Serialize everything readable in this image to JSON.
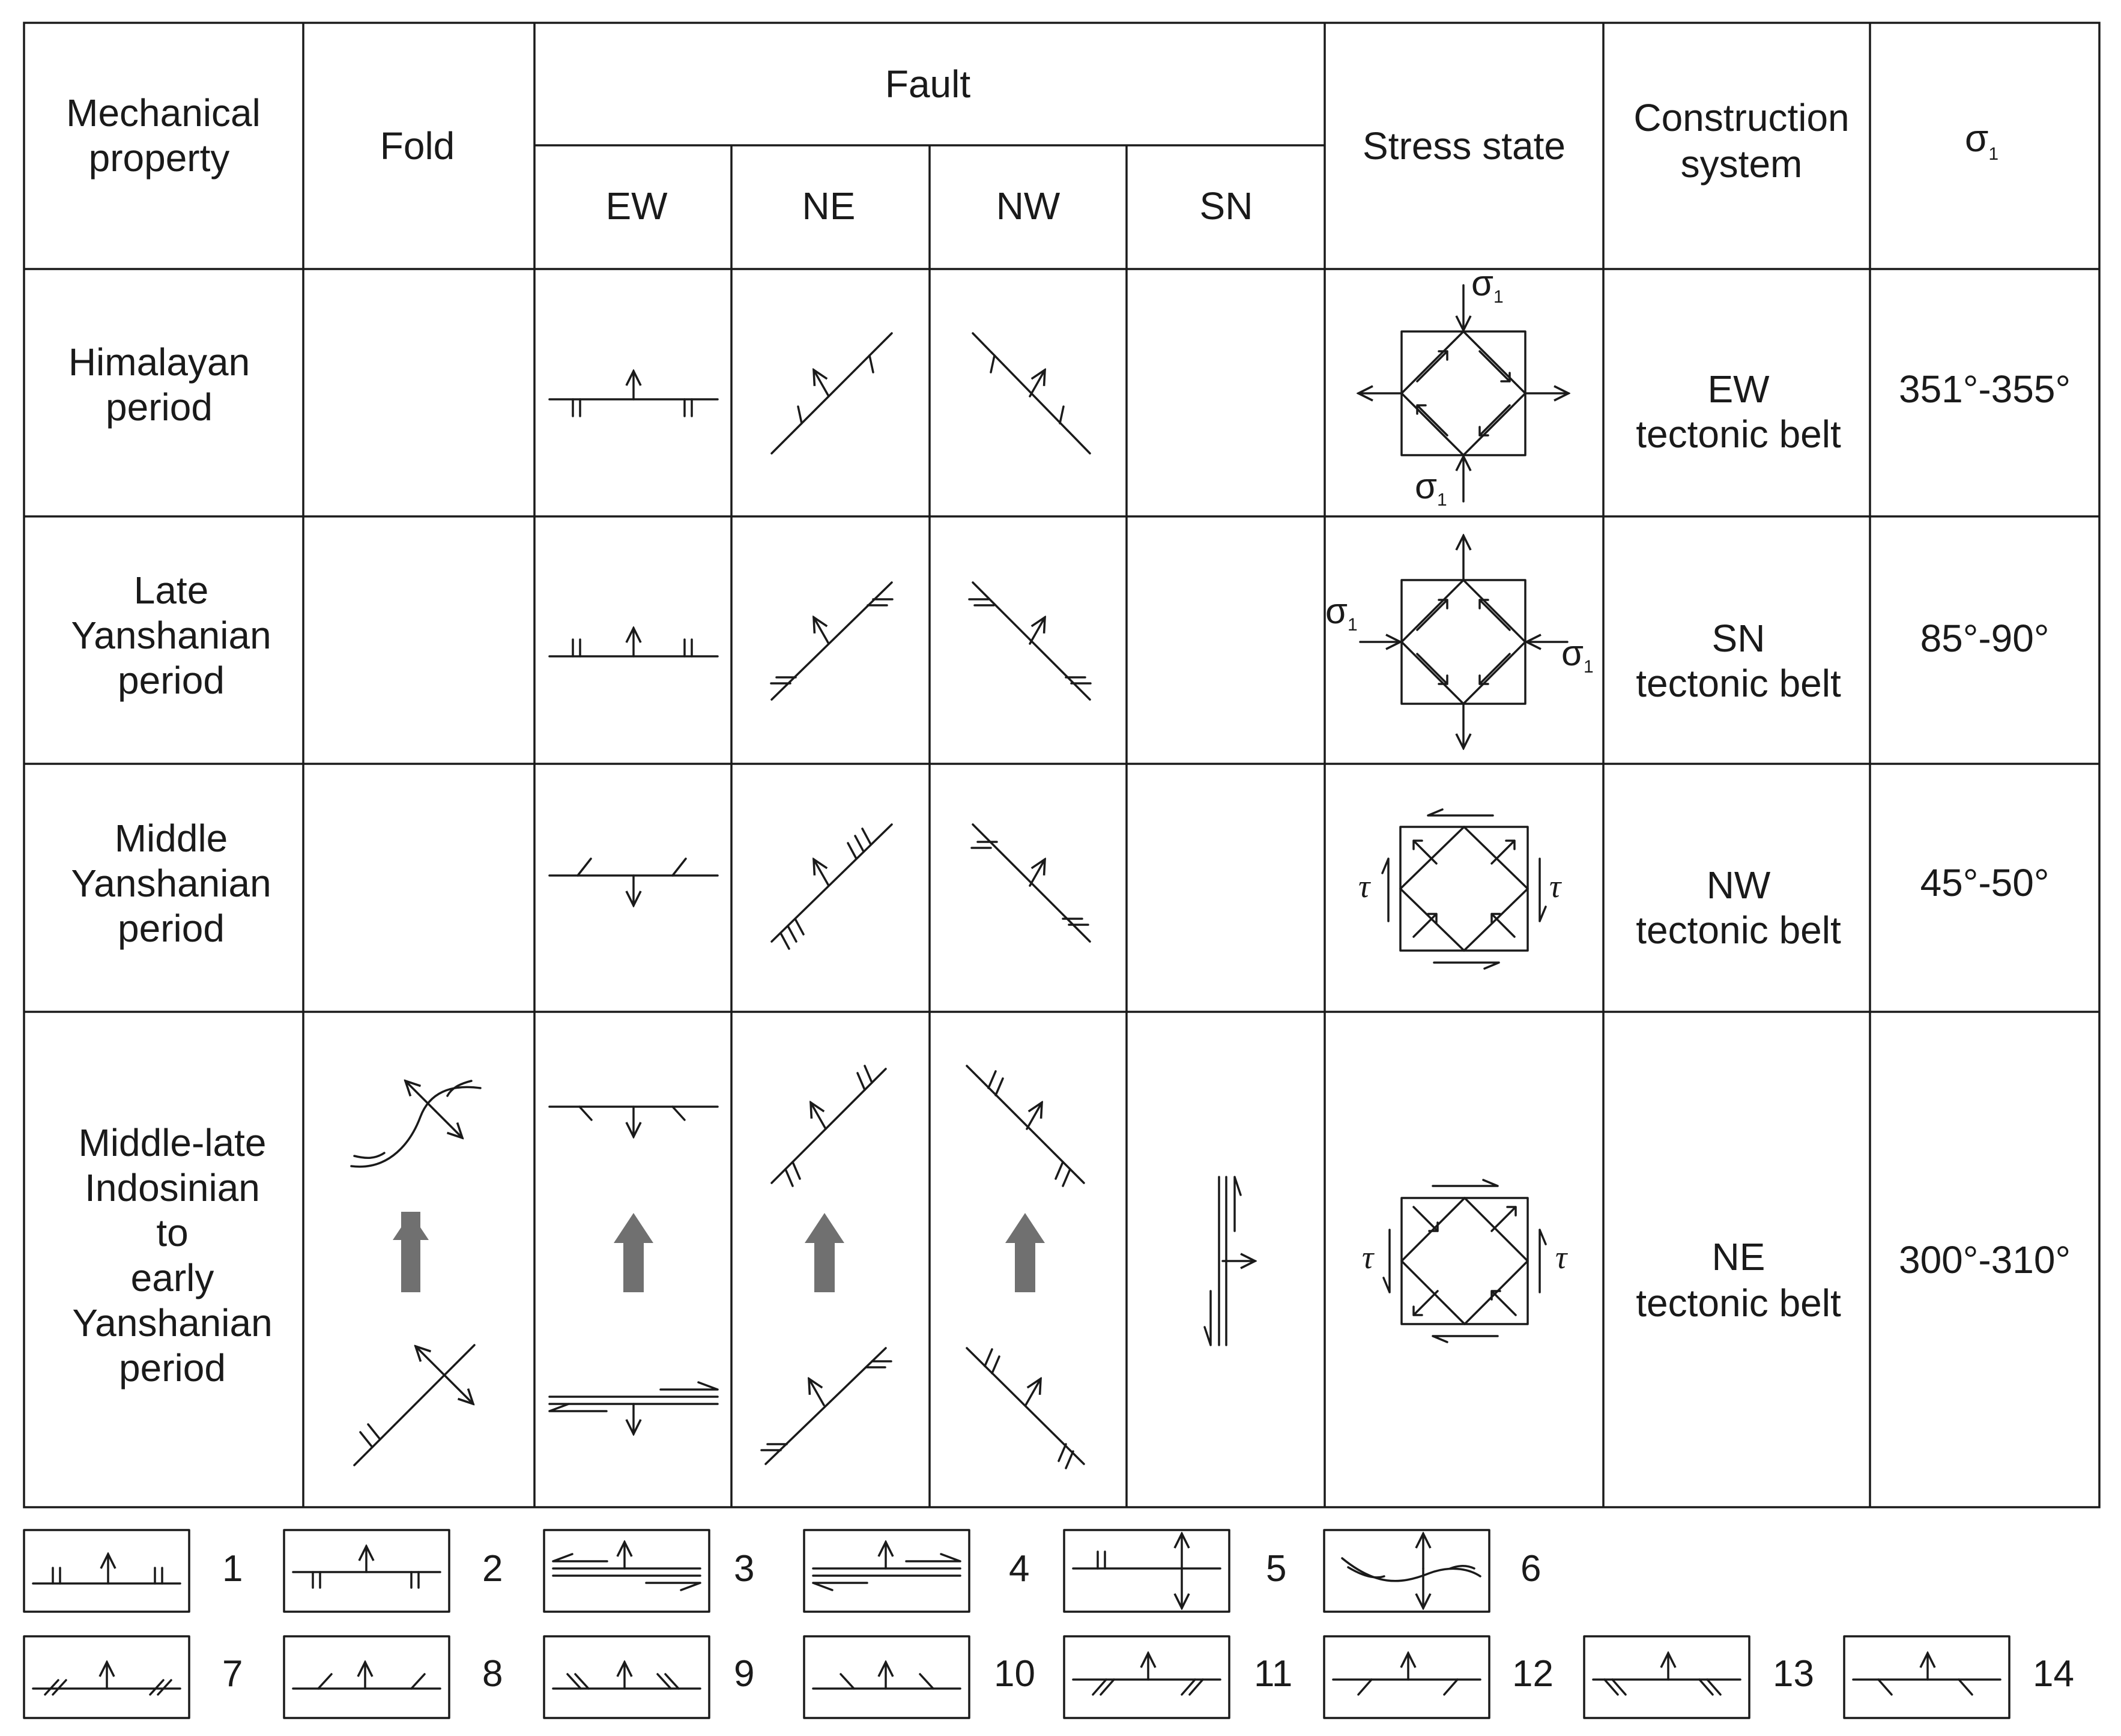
{
  "header": {
    "mechanical_property": [
      "Mechanical",
      "property"
    ],
    "fold": "Fold",
    "fault": "Fault",
    "fault_cols": [
      "EW",
      "NE",
      "NW",
      "SN"
    ],
    "stress_state": "Stress state",
    "construction_system": [
      "Construction",
      "system"
    ],
    "sigma1": "σ",
    "sigma1_sub": "1"
  },
  "rows": [
    {
      "period": [
        "Himalayan",
        "period"
      ],
      "system": [
        "EW",
        "tectonic belt"
      ],
      "sigma1": "351°-355°"
    },
    {
      "period": [
        "Late",
        "Yanshanian",
        "period"
      ],
      "system": [
        "SN",
        "tectonic belt"
      ],
      "sigma1": "85°-90°"
    },
    {
      "period": [
        "Middle",
        "Yanshanian",
        "period"
      ],
      "system": [
        "NW",
        "tectonic belt"
      ],
      "sigma1": "45°-50°"
    },
    {
      "period": [
        "Middle-late",
        "Indosinian",
        "to",
        "early",
        "Yanshanian",
        "period"
      ],
      "system": [
        "NE",
        "tectonic belt"
      ],
      "sigma1": "300°-310°"
    }
  ],
  "stress_labels": {
    "sigma": "σ",
    "sub": "1",
    "tau": "τ"
  },
  "legend": [
    "1",
    "2",
    "3",
    "4",
    "5",
    "6",
    "7",
    "8",
    "9",
    "10",
    "11",
    "12",
    "13",
    "14"
  ],
  "colors": {
    "line": "#1a1a1a",
    "arrow_fill": "#707070",
    "background": "#ffffff"
  }
}
